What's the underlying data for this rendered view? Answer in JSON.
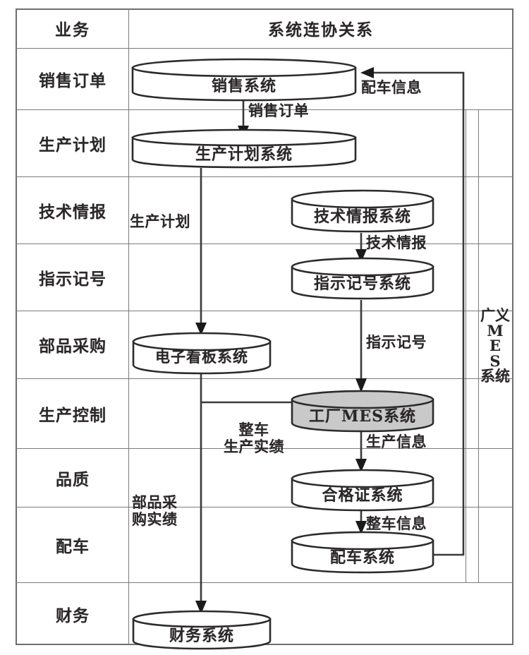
{
  "figure": {
    "kind": "system-collaboration-diagram",
    "header": {
      "business_column": "业务",
      "systems_column": "系统连协关系"
    },
    "band": {
      "label": "广义\nM\nE\nS\n系统"
    },
    "rows": [
      {
        "label": "销售订单"
      },
      {
        "label": "生产计划"
      },
      {
        "label": "技术情报"
      },
      {
        "label": "指示记号"
      },
      {
        "label": "部品采购"
      },
      {
        "label": "生产控制"
      },
      {
        "label": "品质"
      },
      {
        "label": "配车"
      },
      {
        "label": "财务"
      }
    ],
    "nodes": [
      {
        "id": "sales",
        "label": "销售系统",
        "shaded": false
      },
      {
        "id": "prodplan",
        "label": "生产计划系统",
        "shaded": false
      },
      {
        "id": "techinfo",
        "label": "技术情报系统",
        "shaded": false
      },
      {
        "id": "marking",
        "label": "指示记号系统",
        "shaded": false
      },
      {
        "id": "kanban",
        "label": "电子看板系统",
        "shaded": false
      },
      {
        "id": "mes",
        "label": "工厂MES系统",
        "shaded": true
      },
      {
        "id": "cert",
        "label": "合格证系统",
        "shaded": false
      },
      {
        "id": "dispatch",
        "label": "配车系统",
        "shaded": false
      },
      {
        "id": "finance",
        "label": "财务系统",
        "shaded": false
      }
    ],
    "edges": [
      {
        "id": "e1",
        "from": "sales",
        "to": "prodplan",
        "label": "销售订单"
      },
      {
        "id": "e2",
        "from": "prodplan",
        "to": "kanban",
        "label": "生产计划"
      },
      {
        "id": "e3",
        "from": "techinfo",
        "to": "marking",
        "label": "技术情报"
      },
      {
        "id": "e4",
        "from": "marking",
        "to": "mes",
        "label": "指示记号"
      },
      {
        "id": "e5",
        "from": "mes",
        "to": "cert",
        "label": "生产信息"
      },
      {
        "id": "e6",
        "from": "cert",
        "to": "dispatch",
        "label": "整车信息"
      },
      {
        "id": "e7",
        "from": "dispatch",
        "to": "sales",
        "label": "配车信息"
      },
      {
        "id": "e8",
        "from": "mes",
        "to": "finance",
        "label": "整车\n生产实绩"
      },
      {
        "id": "e9",
        "from": "kanban",
        "to": "finance",
        "label": "部品采\n购实绩"
      }
    ],
    "colors": {
      "grid_line": "#7a7b7e",
      "frame": "#6d6e71",
      "node_stroke": "#2b2b2b",
      "node_fill": "#ffffff",
      "node_fill_highlight": "#c9c9c9",
      "connector": "#3a3a3a",
      "text": "#2b2728",
      "background": "#ffffff"
    }
  }
}
